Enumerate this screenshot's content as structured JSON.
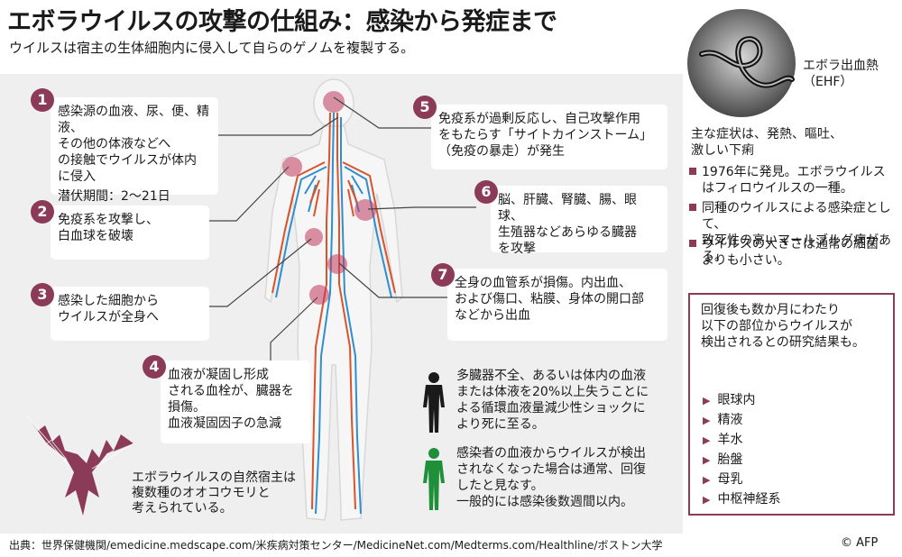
{
  "title": "エボラウイルスの攻撃の仕組み：感染から発症まで",
  "subtitle": "ウイルスは宿主の生体細胞内に侵入して自らのゲノムを複製する。",
  "steps": [
    {
      "num": "1",
      "text": "感染源の血液、尿、便、精液、\nその他の体液などへ\nの接触でウイルスが体内\nに侵入",
      "extra": "潜伏期間：2〜21日"
    },
    {
      "num": "2",
      "text": "免疫系を攻撃し、\n白血球を破壊"
    },
    {
      "num": "3",
      "text": "感染した細胞から\nウイルスが全身へ"
    },
    {
      "num": "4",
      "text": "血液が凝固し形成\nされる血栓が、臓器を\n損傷。\n血液凝固因子の急減"
    },
    {
      "num": "5",
      "text": "免疫系が過剰反応し、自己攻撃作用\nをもたらす「サイトカインストーム」\n（免疫の暴走）が発生"
    },
    {
      "num": "6",
      "text": "脳、肝臓、腎臓、腸、眼球、\n生殖器などあらゆる臓器\nを攻撃"
    },
    {
      "num": "7",
      "text": "全身の血管系が損傷。内出血、\nおよび傷口、粘膜、身体の開口部\nなどから出血"
    }
  ],
  "outcomes": {
    "death": "多臓器不全、あるいは体内の血液\nまたは体液を20%以上失うことに\nよる循環血液量減少性ショックに\nより死に至る。",
    "recovery": "感染者の血液からウイルスが検出\nされなくなった場合は通常、回復\nしたと見なす。\n一般的には感染後数週間以内。"
  },
  "bat_text": "エボラウイルスの自然宿主は\n複数種のオオコウモリと\n考えられている。",
  "virus_label": "エボラ出血熱\n（EHF）",
  "symptoms": "主な症状は、発熱、嘔吐、\n激しい下痢",
  "facts": [
    "1976年に発見。エボラウイルス\nはフィロウイルスの一種。",
    "同種のウイルスによる感染症として、\n致死性の高いマールブルグ病がある。",
    "ウイルスの大きさは通常の細菌\nよりも小さい。"
  ],
  "after_recovery": {
    "intro": "回復後も数か月にわたり\n以下の部位からウイルスが\n検出されるとの研究結果も。",
    "sites": [
      "眼球内",
      "精液",
      "羊水",
      "胎盤",
      "母乳",
      "中枢神経系"
    ]
  },
  "footer": "出典：世界保健機関/emedicine.medscape.com/米疾病対策センター/MedicineNet.com/Medterms.com/Healthline/ボストン大学",
  "credit": "© AFP",
  "colors": {
    "accent": "#8b3a57",
    "artery": "#d9532b",
    "vein": "#2e8fd0",
    "panel": "#efefef",
    "death_figure": "#1a1a1a",
    "recovery_figure": "#1f8f3a"
  }
}
